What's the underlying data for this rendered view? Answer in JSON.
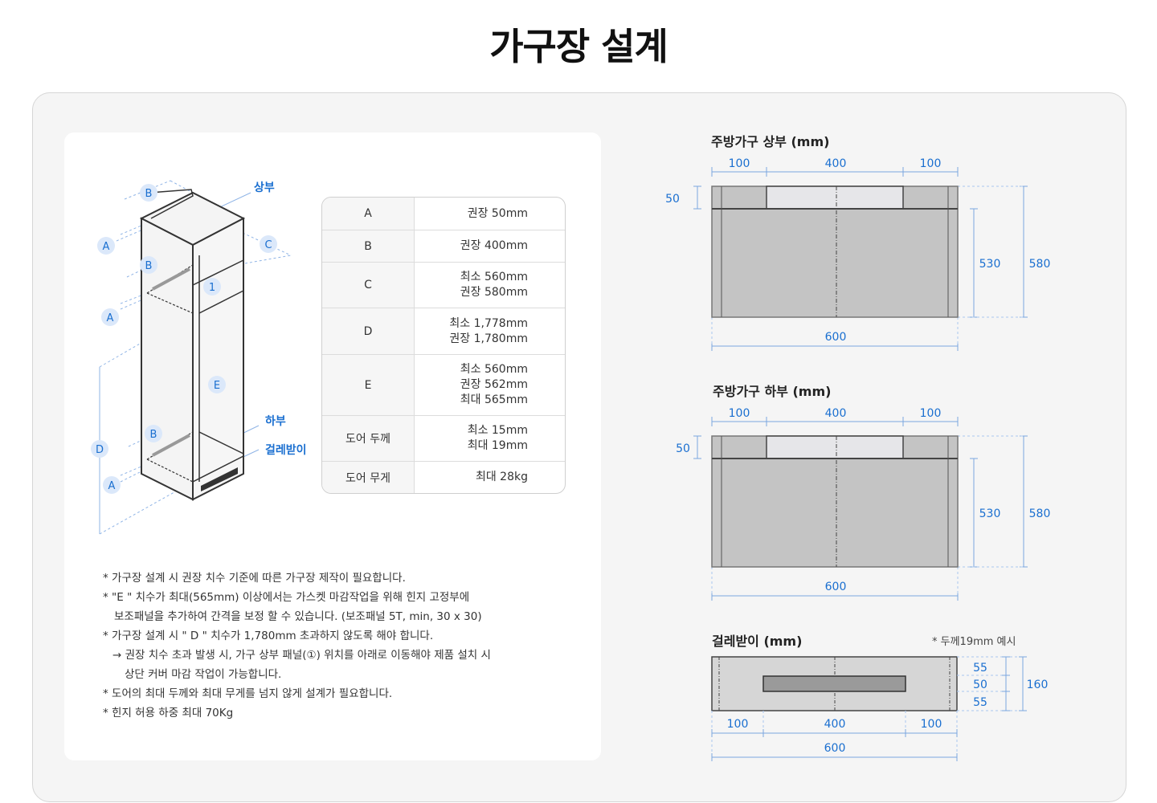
{
  "page": {
    "title": "가구장 설계"
  },
  "cabinet_diagram": {
    "labels": {
      "top": "상부",
      "bottom": "하부",
      "toe_kick": "걸레받이"
    },
    "markers": [
      "A",
      "B",
      "C",
      "D",
      "E",
      "1"
    ]
  },
  "spec_table": {
    "rows": [
      {
        "key": "A",
        "values": [
          "권장 50mm"
        ]
      },
      {
        "key": "B",
        "values": [
          "권장 400mm"
        ]
      },
      {
        "key": "C",
        "values": [
          "최소 560mm",
          "권장 580mm"
        ]
      },
      {
        "key": "D",
        "values": [
          "최소 1,778mm",
          "권장 1,780mm"
        ]
      },
      {
        "key": "E",
        "values": [
          "최소 560mm",
          "권장 562mm",
          "최대 565mm"
        ]
      },
      {
        "key": "도어 두께",
        "values": [
          "최소 15mm",
          "최대 19mm"
        ]
      },
      {
        "key": "도어 무게",
        "values": [
          "최대 28kg"
        ]
      }
    ]
  },
  "notes": [
    "* 가구장 설계 시 권장 치수 기준에 따른 가구장 제작이 필요합니다.",
    "* \"E \" 치수가 최대(565mm) 이상에서는 가스켓 마감작업을 위해 힌지 고정부에",
    "   보조패널을 추가하여 간격을 보정 할 수 있습니다. (보조패널 5T, min, 30 x 30)",
    "* 가구장 설계 시 \" D \" 치수가 1,780mm 초과하지 않도록 해야 합니다.",
    "   → 권장 치수 초과 발생 시, 가구 상부 패널(①) 위치를 아래로 이동해야 제품 설치 시",
    "      상단 커버 마감 작업이 가능합니다.",
    "* 도어의 최대 두께와 최대 무게를 넘지 않게 설계가 필요합니다.",
    "* 힌지 허용 하중 최대 70Kg"
  ],
  "plan_top": {
    "title": "주방가구 상부 (mm)",
    "widths": [
      "100",
      "400",
      "100"
    ],
    "total_width": "600",
    "depth_top": "50",
    "depth_inner": "530",
    "depth_total": "580"
  },
  "plan_bottom": {
    "title": "주방가구 하부 (mm)",
    "widths": [
      "100",
      "400",
      "100"
    ],
    "total_width": "600",
    "depth_top": "50",
    "depth_inner": "530",
    "depth_total": "580"
  },
  "toe_kick": {
    "title": "걸레받이 (mm)",
    "note": "* 두께19mm 예시",
    "widths": [
      "100",
      "400",
      "100"
    ],
    "total_width": "600",
    "heights": [
      "55",
      "50",
      "55"
    ],
    "total_height": "160"
  },
  "colors": {
    "accent": "#1a6fd0",
    "panel": "#c4c4c4",
    "panel_light": "#e6e6e9",
    "vent": "#9a9a9a"
  }
}
